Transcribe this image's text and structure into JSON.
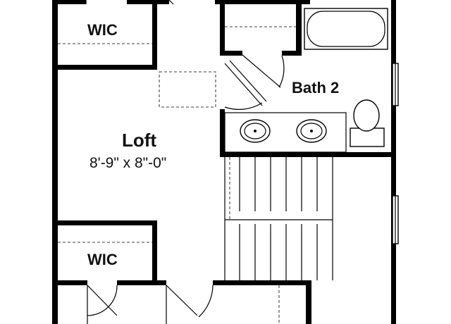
{
  "rooms": {
    "wic_top": "WIC",
    "bath2": "Bath 2",
    "loft": "Loft",
    "loft_dims": "8'-9\" x 8\"-0\"",
    "wic_bottom": "WIC"
  }
}
